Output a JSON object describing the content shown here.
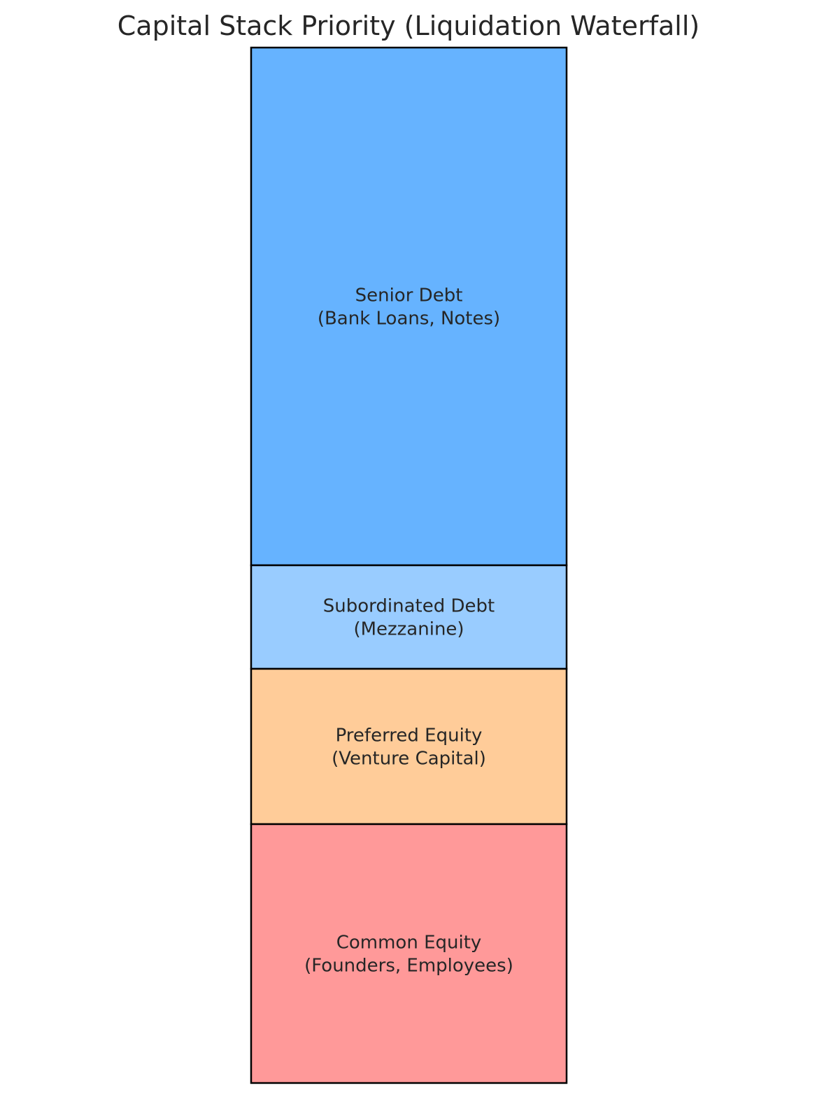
{
  "chart_data": {
    "type": "bar",
    "title": "Capital Stack Priority (Liquidation Waterfall)",
    "xlabel": "",
    "ylabel": "",
    "stacked": true,
    "ylim": [
      0,
      100
    ],
    "grid": false,
    "axes_visible": false,
    "segments": [
      {
        "name": "Senior Debt",
        "detail": "(Bank Loans, Notes)",
        "value": 50,
        "color": "#66b3ff"
      },
      {
        "name": "Subordinated Debt",
        "detail": "(Mezzanine)",
        "value": 10,
        "color": "#99ccff"
      },
      {
        "name": "Preferred Equity",
        "detail": "(Venture Capital)",
        "value": 15,
        "color": "#ffcc99"
      },
      {
        "name": "Common Equity",
        "detail": "(Founders, Employees)",
        "value": 25,
        "color": "#ff9999"
      }
    ]
  }
}
